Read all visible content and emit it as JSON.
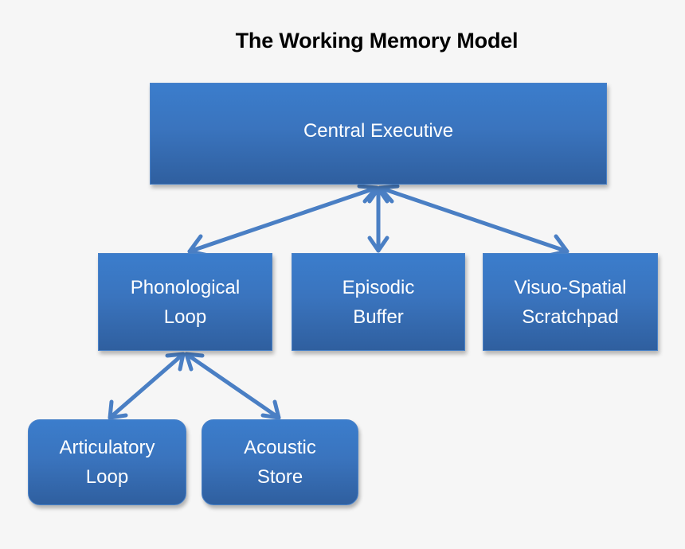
{
  "title": "The Working Memory Model",
  "nodes": {
    "central_executive": {
      "lines": [
        "Central Executive"
      ]
    },
    "phonological_loop": {
      "lines": [
        "Phonological",
        "Loop"
      ]
    },
    "episodic_buffer": {
      "lines": [
        "Episodic",
        "Buffer"
      ]
    },
    "visuo_spatial_scratchpad": {
      "lines": [
        "Visuo-Spatial",
        "Scratchpad"
      ]
    },
    "articulatory_loop": {
      "lines": [
        "Articulatory",
        "Loop"
      ]
    },
    "acoustic_store": {
      "lines": [
        "Acoustic",
        "Store"
      ]
    }
  },
  "edges": [
    {
      "from": "Central Executive",
      "to": "Phonological Loop",
      "direction": "bidirectional"
    },
    {
      "from": "Central Executive",
      "to": "Episodic Buffer",
      "direction": "bidirectional"
    },
    {
      "from": "Central Executive",
      "to": "Visuo-Spatial Scratchpad",
      "direction": "bidirectional"
    },
    {
      "from": "Phonological Loop",
      "to": "Articulatory Loop",
      "direction": "bidirectional"
    },
    {
      "from": "Phonological Loop",
      "to": "Acoustic Store",
      "direction": "bidirectional"
    }
  ],
  "colors": {
    "background": "#f6f6f6",
    "box_top": "#3b7dcc",
    "box_bottom": "#2f5f9f",
    "arrow": "#4a7fc4",
    "text": "#ffffff",
    "title": "#000000"
  }
}
